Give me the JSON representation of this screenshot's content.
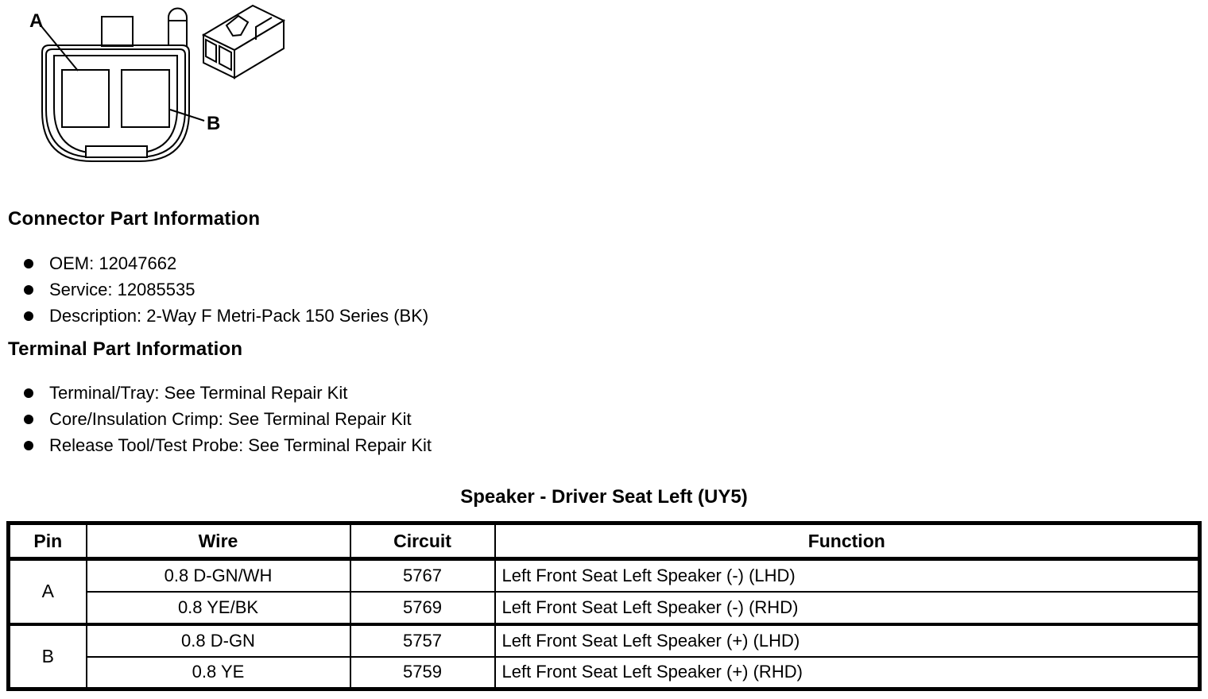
{
  "diagram": {
    "pin_a_label": "A",
    "pin_b_label": "B",
    "front_view": "2-way connector face view",
    "iso_view": "connector isometric view"
  },
  "connector_section": {
    "heading": "Connector Part Information",
    "items": [
      "OEM: 12047662",
      "Service: 12085535",
      "Description: 2-Way F Metri-Pack 150 Series (BK)"
    ]
  },
  "terminal_section": {
    "heading": "Terminal Part Information",
    "items": [
      "Terminal/Tray: See Terminal Repair Kit",
      "Core/Insulation Crimp: See Terminal Repair Kit",
      "Release Tool/Test Probe: See Terminal Repair Kit"
    ]
  },
  "table": {
    "title": "Speaker - Driver Seat Left (UY5)",
    "headers": [
      "Pin",
      "Wire",
      "Circuit",
      "Function"
    ],
    "groups": [
      {
        "pin": "A",
        "rows": [
          {
            "wire": "0.8 D-GN/WH",
            "circuit": "5767",
            "function": "Left Front Seat Left Speaker (-) (LHD)"
          },
          {
            "wire": "0.8 YE/BK",
            "circuit": "5769",
            "function": "Left Front Seat Left Speaker (-) (RHD)"
          }
        ]
      },
      {
        "pin": "B",
        "rows": [
          {
            "wire": "0.8 D-GN",
            "circuit": "5757",
            "function": "Left Front Seat Left Speaker (+) (LHD)"
          },
          {
            "wire": "0.8 YE",
            "circuit": "5759",
            "function": "Left Front Seat Left Speaker (+) (RHD)"
          }
        ]
      }
    ]
  }
}
